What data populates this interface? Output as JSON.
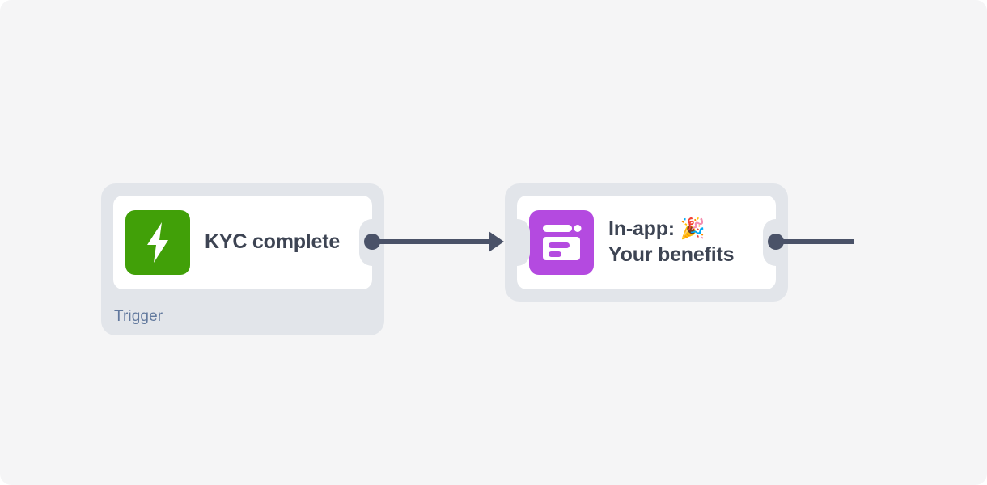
{
  "canvas": {
    "background_color": "#f5f5f6",
    "page_background": "#ffffff"
  },
  "colors": {
    "node_wrapper": "#e2e5ea",
    "node_card": "#ffffff",
    "title_text": "#3d4453",
    "label_text": "#62799e",
    "connector": "#4a5268",
    "trigger_icon_bg": "#41a008",
    "action_icon_bg": "#b44ae0"
  },
  "flow": {
    "nodes": [
      {
        "id": "trigger-kyc-complete",
        "title": "KYC complete",
        "label": "Trigger",
        "icon": "lightning-bolt-icon",
        "icon_color": "#41a008",
        "has_footer_label": true,
        "ports": {
          "input": false,
          "output": true
        }
      },
      {
        "id": "action-in-app-message",
        "title": "In-app: 🎉\nYour benefits",
        "title_line_1": "In-app: 🎉",
        "title_line_2": "Your benefits",
        "emoji": "🎉",
        "label": "",
        "icon": "in-app-window-icon",
        "icon_color": "#b44ae0",
        "has_footer_label": false,
        "ports": {
          "input": true,
          "output": true
        }
      }
    ],
    "edges": [
      {
        "id": "edge-trigger-to-action",
        "from": "trigger-kyc-complete",
        "to": "action-in-app-message",
        "arrowhead": true
      },
      {
        "id": "edge-action-outgoing",
        "from": "action-in-app-message",
        "to": "",
        "arrowhead": false
      }
    ]
  }
}
